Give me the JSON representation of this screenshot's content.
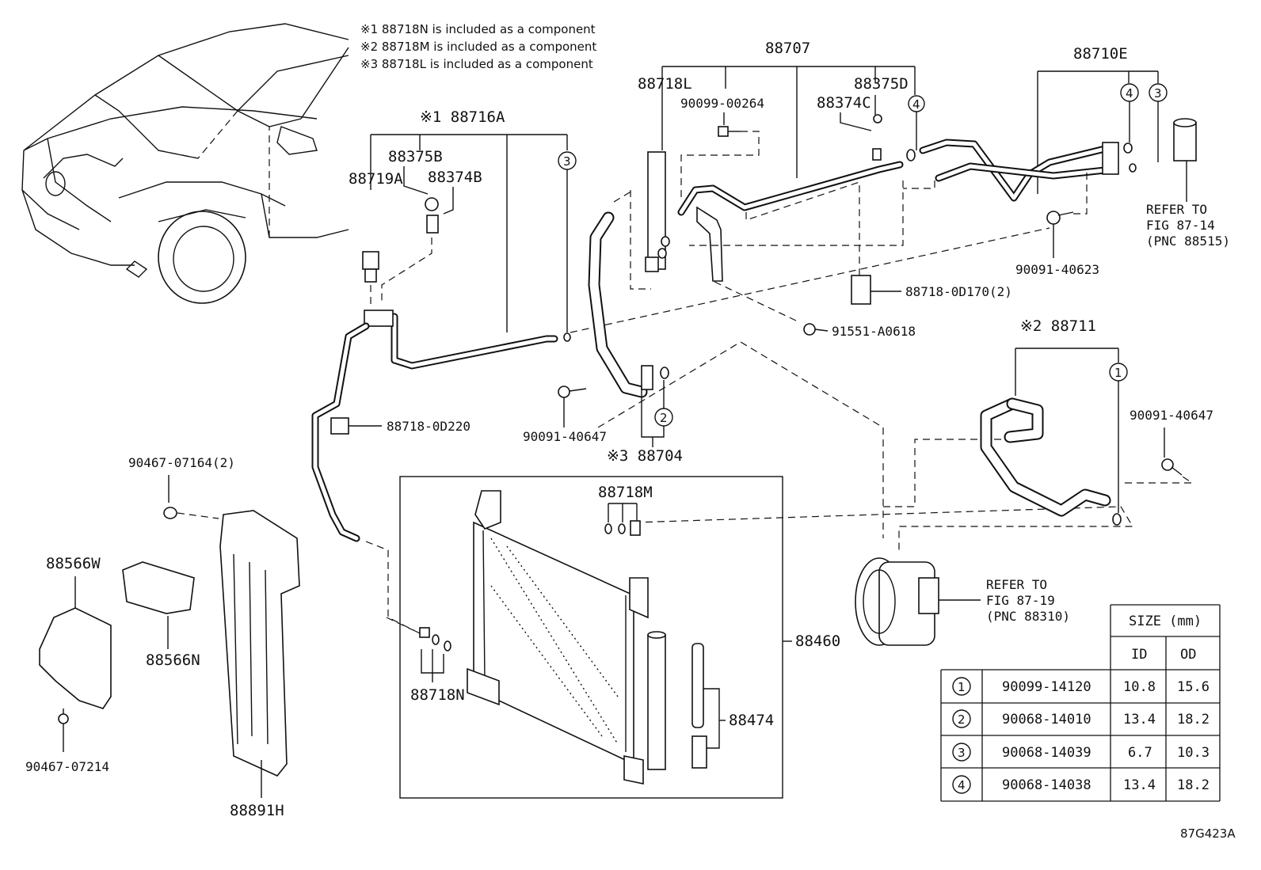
{
  "notes": [
    "※1 88718N is included as a component",
    "※2 88718M is included as a component",
    "※3 88718L is included as a component"
  ],
  "parts": {
    "p88707": "88707",
    "p88710E": "88710E",
    "p88718L": "88718L",
    "p90099_00264": "90099-00264",
    "p88375D": "88375D",
    "p88374C": "88374C",
    "p88716A": "※1 88716A",
    "p88375B": "88375B",
    "p88374B": "88374B",
    "p88719A": "88719A",
    "p88718_0D170": "88718-0D170(2)",
    "p91551_A0618": "91551-A0618",
    "p90091_40623": "90091-40623",
    "p88711": "※2 88711",
    "p90091_40647_right": "90091-40647",
    "p90091_40647_mid": "90091-40647",
    "p88704": "※3 88704",
    "p88718_0D220": "88718-0D220",
    "p90467_07164": "90467-07164(2)",
    "p88566W": "88566W",
    "p88566N": "88566N",
    "p90467_07214": "90467-07214",
    "p88891H": "88891H",
    "p88718M": "88718M",
    "p88718N": "88718N",
    "p88460": "88460",
    "p88474": "88474"
  },
  "refs": {
    "ref1_line1": "REFER TO",
    "ref1_line2": "FIG 87-14",
    "ref1_line3": "(PNC 88515)",
    "ref2_line1": "REFER TO",
    "ref2_line2": "FIG 87-19",
    "ref2_line3": "(PNC 88310)"
  },
  "callouts": {
    "c1": "1",
    "c2": "2",
    "c3": "3",
    "c4": "4"
  },
  "size_table": {
    "title": "SIZE (mm)",
    "col_id": "ID",
    "col_od": "OD",
    "rows": [
      {
        "no": "1",
        "part": "90099-14120",
        "id": "10.8",
        "od": "15.6"
      },
      {
        "no": "2",
        "part": "90068-14010",
        "id": "13.4",
        "od": "18.2"
      },
      {
        "no": "3",
        "part": "90068-14039",
        "id": "6.7",
        "od": "10.3"
      },
      {
        "no": "4",
        "part": "90068-14038",
        "id": "13.4",
        "od": "18.2"
      }
    ]
  },
  "figure_id": "87G423A"
}
